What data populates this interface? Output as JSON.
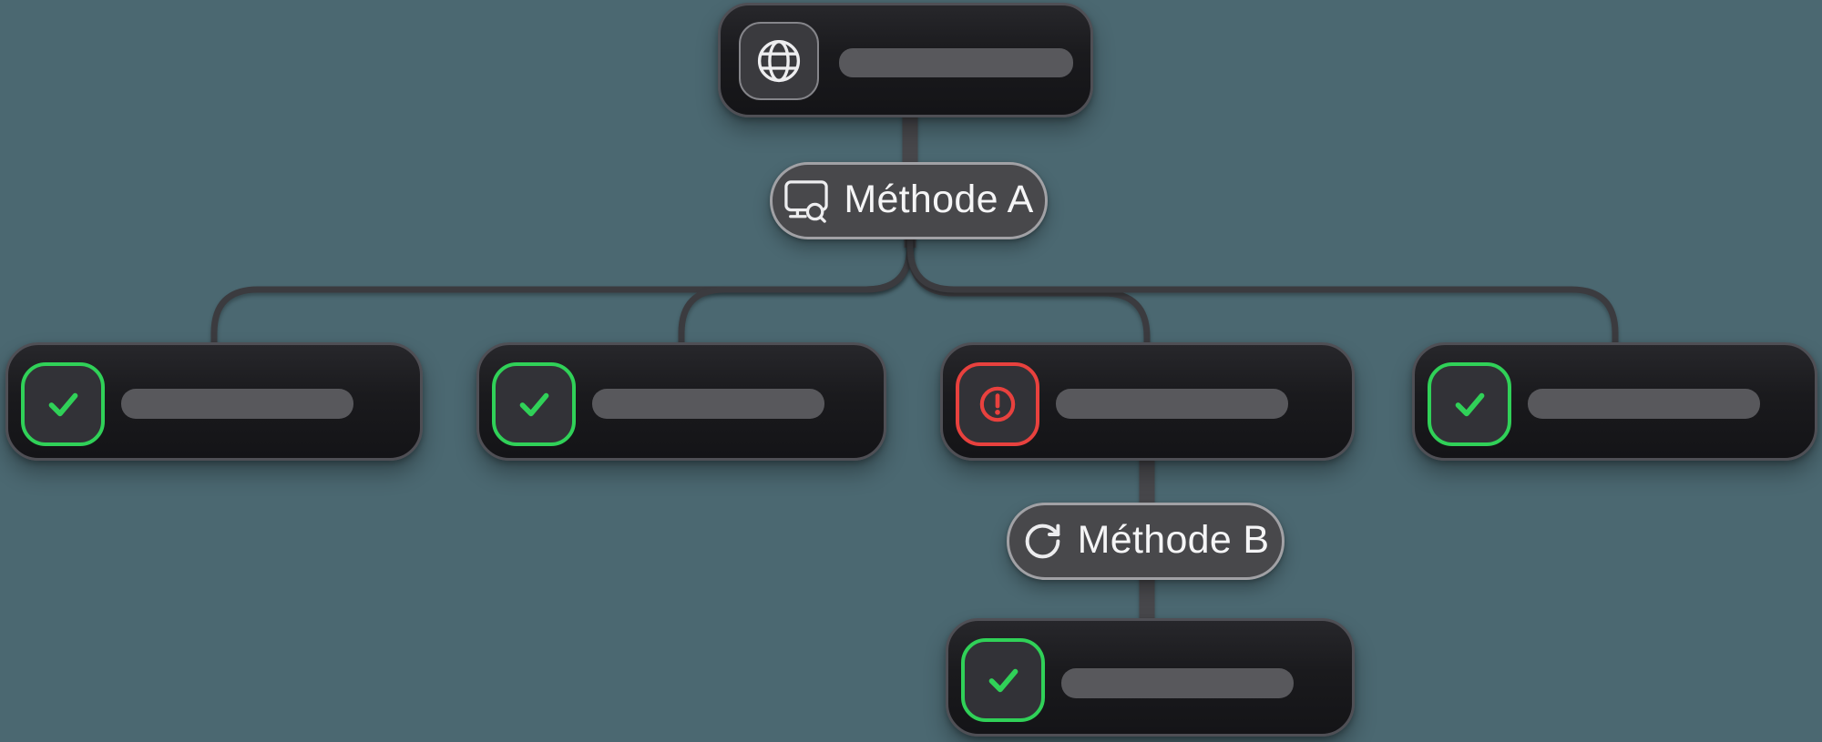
{
  "diagram": {
    "type": "flow-tree",
    "root": {
      "name": "source-node",
      "icon": "globe-icon",
      "skeleton_bar": true
    },
    "edge_labels": [
      {
        "id": "method-a",
        "text": "Méthode A",
        "icon": "screen-search-icon"
      },
      {
        "id": "method-b",
        "text": "Méthode B",
        "icon": "rotate-cw-icon"
      }
    ],
    "children": [
      {
        "id": "result-1",
        "status": "success",
        "skeleton_bar": true
      },
      {
        "id": "result-2",
        "status": "success",
        "skeleton_bar": true
      },
      {
        "id": "result-3",
        "status": "error",
        "skeleton_bar": true
      },
      {
        "id": "result-4",
        "status": "success",
        "skeleton_bar": true
      }
    ],
    "retry_child": {
      "id": "result-5",
      "status": "success",
      "skeleton_bar": true
    },
    "colors": {
      "page_bg": "#4b6871",
      "edge": "#3b3b3f",
      "trunk": "#47474b",
      "node_border": "#4f4f55",
      "label_bg": "#48484b",
      "label_border": "#a1a1a5",
      "skeleton": "#58585c",
      "success": "#30d158",
      "error": "#e8413e",
      "icon": "#ededef",
      "text": "#f5f5f6"
    }
  }
}
